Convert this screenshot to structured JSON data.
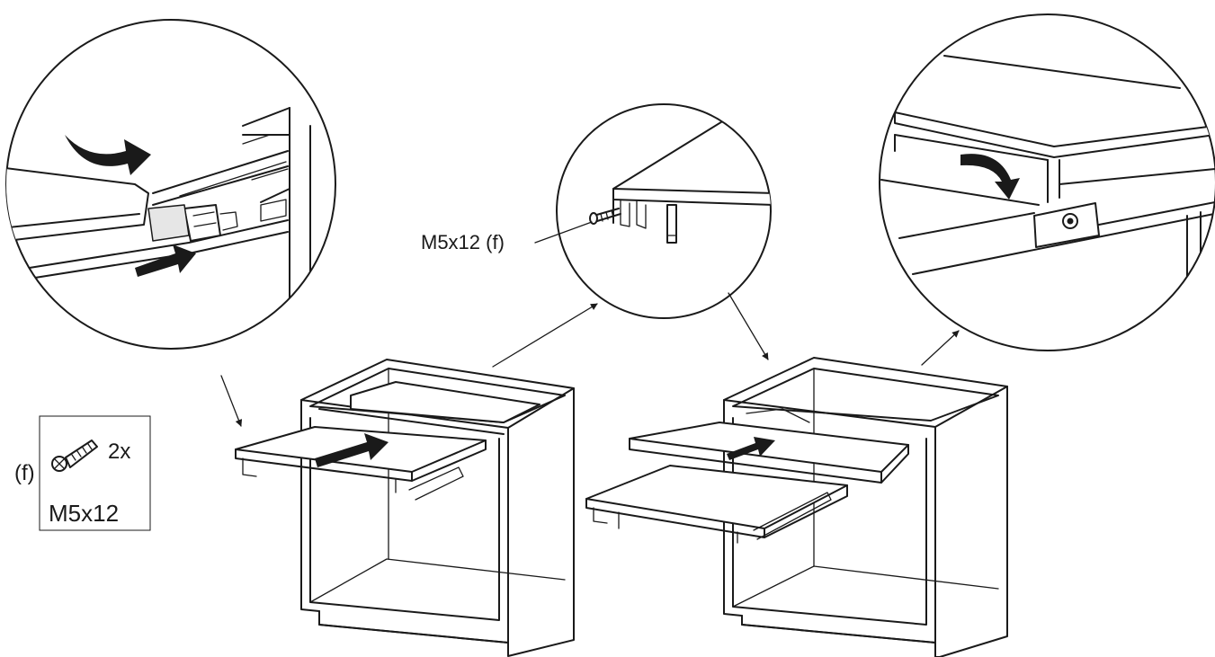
{
  "hardware": {
    "id": "(f)",
    "quantity": "2x",
    "spec": "M5x12"
  },
  "callout": {
    "label": "M5x12 (f)"
  },
  "colors": {
    "ink": "#1a1a1a",
    "paper": "#ffffff",
    "shade": "#e6e6e6"
  }
}
